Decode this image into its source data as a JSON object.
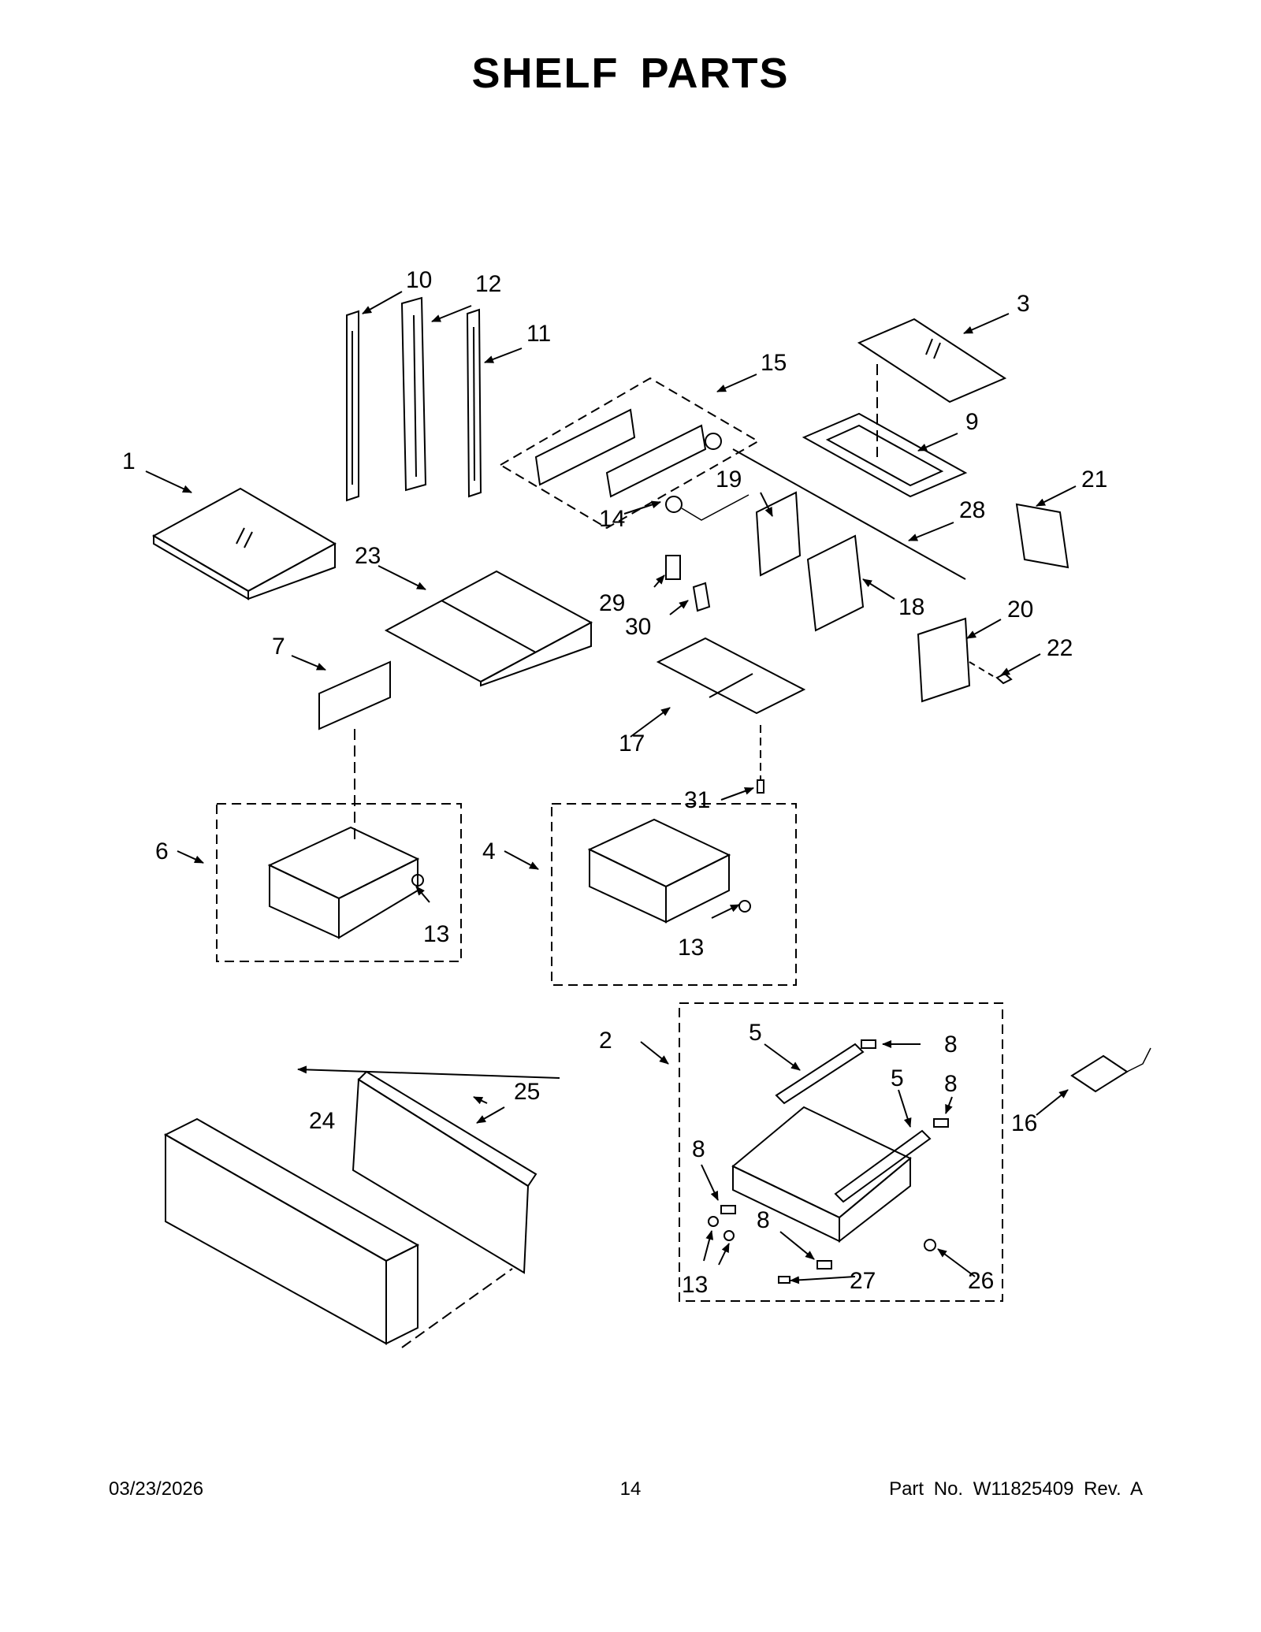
{
  "title": "SHELF PARTS",
  "footer": {
    "date": "03/23/2026",
    "page": "14",
    "part_no": "Part No.  W11825409  Rev.  A"
  },
  "callouts": {
    "c1": "1",
    "c2": "2",
    "c3": "3",
    "c4": "4",
    "c5a": "5",
    "c5b": "5",
    "c6": "6",
    "c7": "7",
    "c8a": "8",
    "c8b": "8",
    "c8c": "8",
    "c8d": "8",
    "c9": "9",
    "c10": "10",
    "c11": "11",
    "c12": "12",
    "c13a": "13",
    "c13b": "13",
    "c13c": "13",
    "c14": "14",
    "c15": "15",
    "c16": "16",
    "c17": "17",
    "c18": "18",
    "c19": "19",
    "c20": "20",
    "c21": "21",
    "c22": "22",
    "c23": "23",
    "c24": "24",
    "c25": "25",
    "c26": "26",
    "c27": "27",
    "c28": "28",
    "c29": "29",
    "c30": "30",
    "c31": "31"
  }
}
